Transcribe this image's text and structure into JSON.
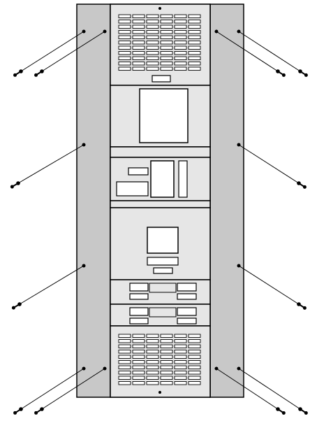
{
  "figure": {
    "kind": "exploded-assembly",
    "subject": "equipment-rack-front-view",
    "palette": {
      "line": "#000000",
      "side_panel": "#c8c8c8",
      "center_panel": "#e6e6e6",
      "window": "#ffffff",
      "background": "#ffffff"
    },
    "vent_grille_count": 2,
    "instrument_modules": 5,
    "side_panel_screws": 12
  }
}
